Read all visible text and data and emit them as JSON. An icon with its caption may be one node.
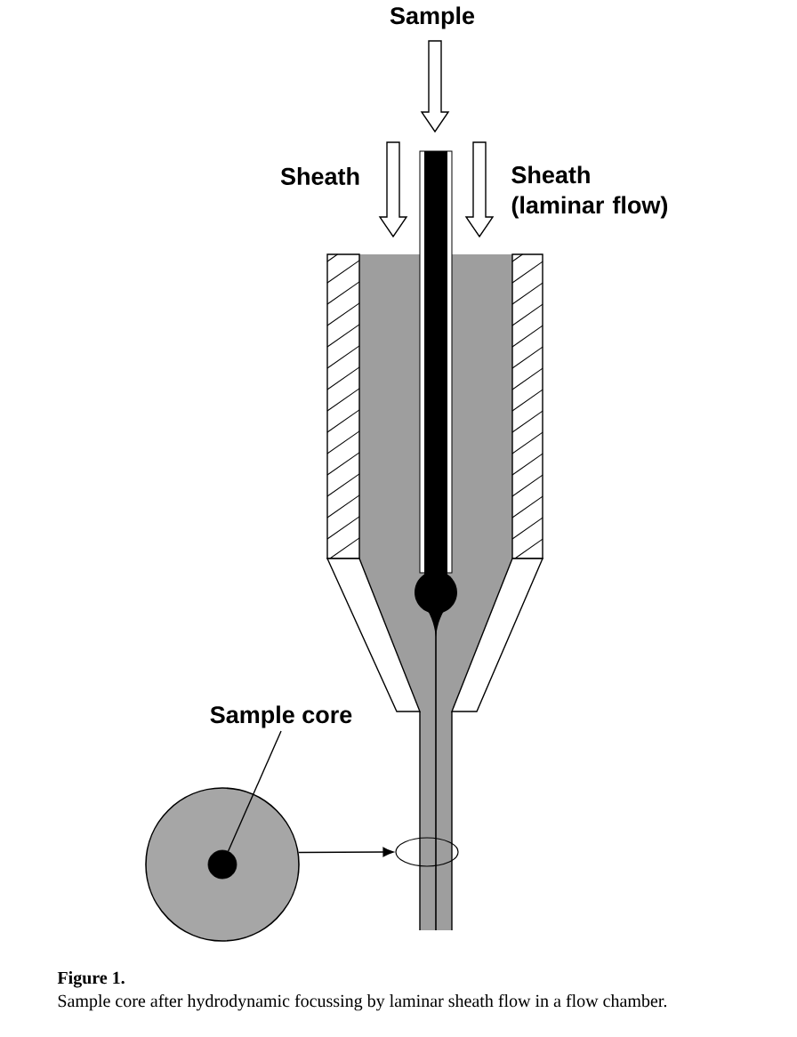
{
  "diagram": {
    "caption": "Sample core after hydrodynamic focussing by laminar sheath flow in a flow chamber.",
    "nodes": [
      {
        "text": [
          "Sample core"
        ]
      },
      {
        "text": [],
        "shape": "circle"
      },
      {
        "text": [],
        "shape": "circle",
        "in": 1
      },
      {
        "text": [],
        "shape": "ellipse"
      }
    ],
    "edges": [
      {
        "from": 0,
        "to": 2,
        "arrow": "none"
      },
      {
        "from": 1,
        "to": 3,
        "arrow": "to"
      }
    ],
    "labels": [
      "Sample",
      "Sheath",
      "Sheath (laminar flow)",
      "Figure 1."
    ]
  }
}
